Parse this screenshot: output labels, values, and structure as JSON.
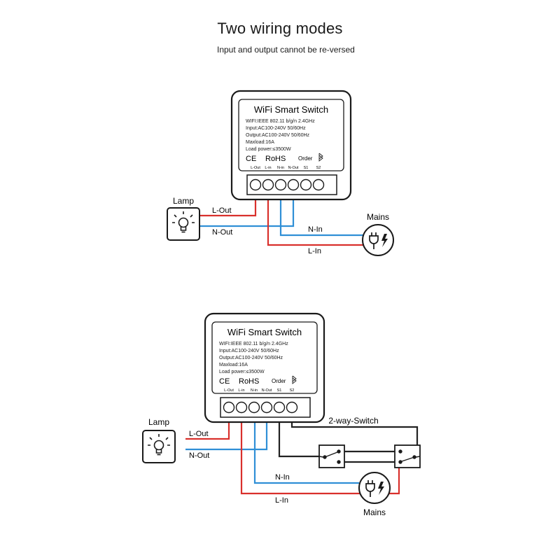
{
  "header": {
    "title": "Two wiring modes",
    "subtitle": "Input and output cannot be re-versed"
  },
  "device": {
    "name": "WiFi Smart Switch",
    "specs": [
      "WIFI:IEEE 802.11 b/g/n 2.4GHz",
      "Input:AC100-240V 50/60Hz",
      "Output:AC100-240V 50/60Hz",
      "Maxload:16A",
      "Load power:≤3500W"
    ],
    "ce": "CE",
    "rohs": "RoHS",
    "order": "Order",
    "terminals": [
      "L-Out",
      "L-in",
      "N-in",
      "N-Out",
      "S1",
      "S2"
    ]
  },
  "diagram1": {
    "lamp_label": "Lamp",
    "mains_label": "Mains",
    "wires": {
      "l_out": "L-Out",
      "n_out": "N-Out",
      "n_in": "N-In",
      "l_in": "L-In"
    }
  },
  "diagram2": {
    "lamp_label": "Lamp",
    "mains_label": "Mains",
    "switch_label": "2-way-Switch",
    "wires": {
      "l_out": "L-Out",
      "n_out": "N-Out",
      "n_in": "N-In",
      "l_in": "L-In"
    }
  },
  "colors": {
    "live": "#d9302c",
    "neutral": "#2f8fd6",
    "switch_wire": "#222222"
  }
}
